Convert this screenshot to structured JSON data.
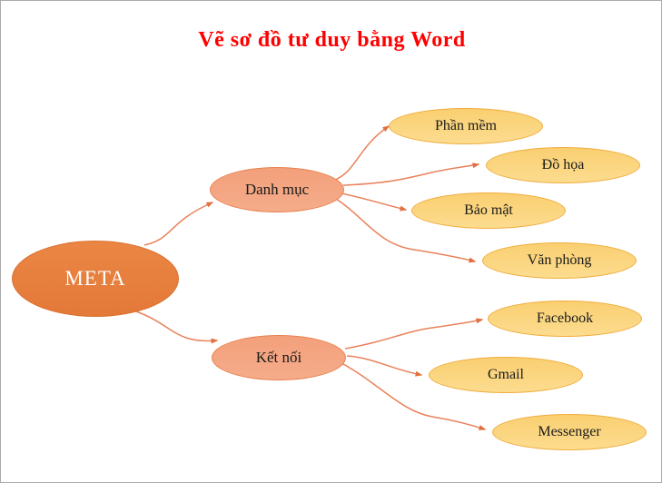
{
  "title": {
    "text": "Vẽ sơ đồ tư duy bằng Word"
  },
  "mindmap": {
    "root": {
      "label": "META"
    },
    "branches": [
      {
        "label": "Danh mục",
        "children": [
          {
            "label": "Phần mềm"
          },
          {
            "label": "Đồ họa"
          },
          {
            "label": "Bảo mật"
          },
          {
            "label": "Văn phòng"
          }
        ]
      },
      {
        "label": "Kết nối",
        "children": [
          {
            "label": "Facebook"
          },
          {
            "label": "Gmail"
          },
          {
            "label": "Messenger"
          }
        ]
      }
    ]
  },
  "colors": {
    "title_text": "#FF0000",
    "root_fill": "#E8813E",
    "root_border": "#D96F2E",
    "root_text": "#FFFFFF",
    "branch_fill": "#F4A583",
    "branch_border": "#E8824F",
    "leaf_fill": "#FBD77F",
    "leaf_border": "#F0AC3C",
    "connector": "#E9815A",
    "frame_border": "#ABABAB"
  }
}
